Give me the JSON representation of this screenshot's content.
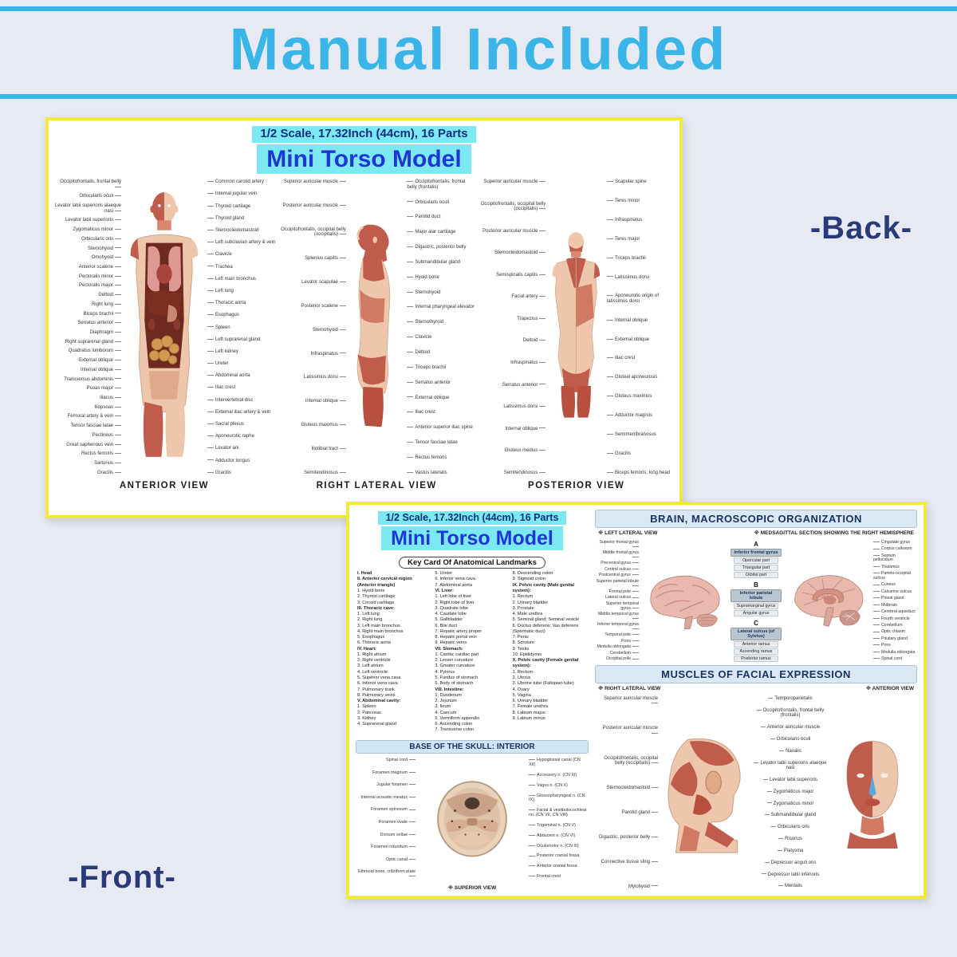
{
  "page": {
    "title": "Manual Included",
    "back_label": "-Back-",
    "front_label": "-Front-"
  },
  "colors": {
    "accent_blue": "#3ab5e8",
    "navy": "#2a3a78",
    "highlight_cyan": "#7ce9f2",
    "poster_border_yellow": "#f3e83c",
    "muscle_red": "#c05c4c",
    "skin": "#eec6ac"
  },
  "poster_back": {
    "scale_line": "1/2 Scale, 17.32Inch (44cm), 16 Parts",
    "title": "Mini Torso Model",
    "figures": [
      {
        "caption": "ANTERIOR VIEW",
        "left_labels": [
          "Occipitofrontalis, frontal belly",
          "Orbicularis oculi",
          "Levator labii superioris alaeque nasi",
          "Levator labii superioris",
          "Zygomaticus minor",
          "Orbicularis oris",
          "Sternohyoid",
          "Omohyoid",
          "Anterior scalene",
          "Pectoralis minor",
          "Pectoralis major",
          "Deltoid",
          "Right lung",
          "Biceps brachii",
          "Serratus anterior",
          "Diaphragm",
          "Right suprarenal gland",
          "Quadratus lumborum",
          "External oblique",
          "Internal oblique",
          "Transversus abdominis",
          "Psoas major",
          "Iliacus",
          "Iliopsoas",
          "Femoral artery & vein",
          "Tensor fasciae latae",
          "Pectineus",
          "Great saphenous vein",
          "Rectus femoris",
          "Sartorius",
          "Gracilis"
        ],
        "right_labels": [
          "Common carotid artery",
          "Internal jugular vein",
          "Thyroid cartilage",
          "Thyroid gland",
          "Sternocleidomastoid",
          "Left subclavian artery & vein",
          "Clavicle",
          "Trachea",
          "Left main bronchus",
          "Left lung",
          "Thoracic aorta",
          "Esophagus",
          "Spleen",
          "Left suprarenal gland",
          "Left kidney",
          "Ureter",
          "Abdominal aorta",
          "Iliac crest",
          "Intervertebral disc",
          "External iliac artery & vein",
          "Sacral plexus",
          "Aponeurotic raphe",
          "Levator ani",
          "Adductor longus",
          "Gracilis"
        ]
      },
      {
        "caption": "RIGHT LATERAL VIEW",
        "left_labels": [
          "Superior auricular muscle",
          "Posterior auricular muscle",
          "Occipitofrontalis, occipital belly (occipitalis)",
          "Splenius capitis",
          "Levator scapulae",
          "Posterior scalene",
          "Sternohyoid",
          "Infraspinatus",
          "Latissimus dorsi",
          "Internal oblique",
          "Gluteus maximus",
          "Iliotibial tract",
          "Semitendinosus"
        ],
        "right_labels": [
          "Occipitofrontalis, frontal belly (frontalis)",
          "Orbicularis oculi",
          "Parotid duct",
          "Major alar cartilage",
          "Digastric, posterior belly",
          "Submandibular gland",
          "Hyoid bone",
          "Sternohyoid",
          "Internal pharyngeal elevator",
          "Sternothyroid",
          "Clavicle",
          "Deltoid",
          "Triceps brachii",
          "Serratus anterior",
          "External oblique",
          "Iliac crest",
          "Anterior superior iliac spine",
          "Tensor fasciae latae",
          "Rectus femoris",
          "Vastus lateralis"
        ]
      },
      {
        "caption": "POSTERIOR VIEW",
        "left_labels": [
          "Superior auricular muscle",
          "Occipitofrontalis, occipital belly (occipitalis)",
          "Posterior auricular muscle",
          "Sternocleidomastoid",
          "Semispinalis capitis",
          "Facial artery",
          "Trapezius",
          "Deltoid",
          "Infraspinatus",
          "Serratus anterior",
          "Latissimus dorsi",
          "Internal oblique",
          "Gluteus medius",
          "Semitendinosus"
        ],
        "right_labels": [
          "Scapular spine",
          "Teres minor",
          "Infraspinatus",
          "Teres major",
          "Triceps brachii",
          "Latissimus dorsi",
          "Aponeurotic origin of latissimus dorsi",
          "Internal oblique",
          "External oblique",
          "Iliac crest",
          "Gluteal aponeurosis",
          "Gluteus maximus",
          "Adductor magnus",
          "Semimembranosus",
          "Gracilis",
          "Biceps femoris, long head"
        ]
      }
    ]
  },
  "poster_front": {
    "scale_line": "1/2 Scale, 17.32Inch (44cm), 16 Parts",
    "title": "Mini Torso Model",
    "key_card": {
      "title": "Key Card Of Anatomical Landmarks",
      "columns": [
        [
          "I. Head",
          "II. Anterior cervical region (Anterior triangle)",
          "1. Hyoid bone",
          "2. Thyroid cartilage",
          "3. Cricoid cartilage",
          "III. Thoracic cave:",
          "1. Left lung",
          "2. Right lung",
          "3. Left main bronchus",
          "4. Right main bronchus",
          "5. Esophagus",
          "6. Thoracic aorta",
          "IV. Heart:",
          "1. Right atrium",
          "2. Right ventricle",
          "3. Left atrium",
          "4. Left ventricle",
          "5. Superior vena cava",
          "6. Inferior vena cava",
          "7. Pulmonary trunk",
          "8. Pulmonary veins",
          "V. Abdominal cavity:",
          "1. Spleen",
          "2. Pancreas",
          "3. Kidney",
          "4. Suprarenal gland"
        ],
        [
          "5. Ureter",
          "6. Inferior vena cava",
          "7. Abdominal aorta",
          "VI. Liver:",
          "1. Left lobe of liver",
          "2. Right lobe of liver",
          "3. Quadrate lobe",
          "4. Caudate lobe",
          "5. Gallbladder",
          "6. Bile duct",
          "7. Hepatic artery proper",
          "8. Hepatic portal vein",
          "9. Hepatic veins",
          "VII. Stomach:",
          "1. Cardia; cardiac part",
          "2. Lesser curvature",
          "3. Greater curvature",
          "4. Pylorus",
          "5. Fundus of stomach",
          "6. Body of stomach",
          "VIII. Intestine:",
          "1. Duodenum",
          "2. Jejunum",
          "3. Ileum",
          "4. Caecum",
          "5. Vermiform appendix",
          "6. Ascending colon",
          "7. Transverse colon"
        ],
        [
          "8. Descending colon",
          "9. Sigmoid colon",
          "IX. Pelvic cavity (Male genital system):",
          "1. Rectum",
          "2. Urinary bladder",
          "3. Prostate",
          "4. Male urethra",
          "5. Seminal gland; Seminal vesicle",
          "6. Ductus deferens; Vas deferens (Spermatic duct)",
          "7. Penis",
          "8. Scrotum",
          "9. Testis",
          "10. Epididymis",
          "X. Pelvic cavity (Female genital system):",
          "1. Rectum",
          "2. Uterus",
          "3. Uterine tube (Fallopian tube)",
          "4. Ovary",
          "5. Vagina",
          "6. Urinary bladder",
          "7. Female urethra",
          "8. Labium majus",
          "9. Labium minus"
        ]
      ]
    },
    "skull": {
      "title": "BASE OF THE SKULL: INTERIOR",
      "caption": "※ SUPERIOR VIEW",
      "left_labels": [
        "Spinal cord",
        "Foramen magnum",
        "Jugular foramen",
        "Internal acoustic meatus",
        "Foramen spinosum",
        "Foramen ovale",
        "Dorsum sellae",
        "Foramen rotundum",
        "Optic canal",
        "Ethmoid bone, cribriform plate"
      ],
      "right_labels": [
        "Hypoglossal canal (CN XII)",
        "Accessory n. (CN XI)",
        "Vagus n. (CN X)",
        "Glossopharyngeal n. (CN IX)",
        "Facial & vestibulocochlear nn. (CN VII, CN VIII)",
        "Trigeminal n. (CN V)",
        "Abducent n. (CN VI)",
        "Oculomotor n. (CN III)",
        "Posterior cranial fossa",
        "Anterior cranial fossa",
        "Frontal crest"
      ]
    },
    "brain": {
      "title": "BRAIN, MACROSCOPIC ORGANIZATION",
      "lateral_caption": "※ LEFT LATERAL VIEW",
      "sagittal_caption": "※ MEDSAGITTAL SECTION SHOWING THE RIGHT HEMISPHERE",
      "legend": [
        {
          "key": "A",
          "title": "Inferior frontal gyrus",
          "items": [
            "Opercular part",
            "Triangular part",
            "Orbital part"
          ]
        },
        {
          "key": "B",
          "title": "Inferior parietal lobule",
          "items": [
            "Supramarginal gyrus",
            "Angular gyrus"
          ]
        },
        {
          "key": "C",
          "title": "Lateral sulcus (of Sylvius)",
          "items": [
            "Anterior ramus",
            "Ascending ramus",
            "Posterior ramus"
          ]
        }
      ],
      "lateral_labels": [
        "Superior frontal gyrus",
        "Middle frontal gyrus",
        "Precentral gyrus",
        "Central sulcus",
        "Postcentral gyrus",
        "Superior parietal lobule",
        "Frontal pole",
        "Lateral sulcus",
        "Superior temporal gyrus",
        "Middle temporal gyrus",
        "Inferior temporal gyrus",
        "Temporal pole",
        "Pons",
        "Medulla oblongata",
        "Cerebellum",
        "Occipital pole"
      ],
      "sagittal_labels": [
        "Cingulate gyrus",
        "Corpus callosum",
        "Septum pellucidum",
        "Thalamus",
        "Parieto-occipital sulcus",
        "Cuneus",
        "Calcarine sulcus",
        "Pineal gland",
        "Midbrain",
        "Cerebral aqueduct",
        "Fourth ventricle",
        "Cerebellum",
        "Optic chiasm",
        "Pituitary gland",
        "Pons",
        "Medulla oblongata",
        "Spinal cord"
      ]
    },
    "facial": {
      "title": "MUSCLES OF FACIAL EXPRESSION",
      "lateral_caption": "※ RIGHT LATERAL VIEW",
      "anterior_caption": "※ ANTERIOR VIEW",
      "left_labels": [
        "Superior auricular muscle",
        "Posterior auricular muscle",
        "Occipitofrontalis, occipital belly (occipitalis)",
        "Sternocleidomastoid",
        "Parotid gland",
        "Digastric, posterior belly",
        "Connective tissue sling",
        "Mylohyoid"
      ],
      "middle_labels": [
        "Temporoparietalis",
        "Occipitofrontalis, frontal belly (frontalis)",
        "Anterior auricular muscle",
        "Orbicularis oculi",
        "Nasalis",
        "Levator labii superioris alaeque nasi",
        "Levator labii superioris",
        "Zygomaticus major",
        "Zygomaticus minor",
        "Submandibular gland",
        "Orbicularis oris",
        "Risorius",
        "Platysma",
        "Depressor anguli oris",
        "Depressor labii inferioris",
        "Mentalis"
      ]
    }
  }
}
